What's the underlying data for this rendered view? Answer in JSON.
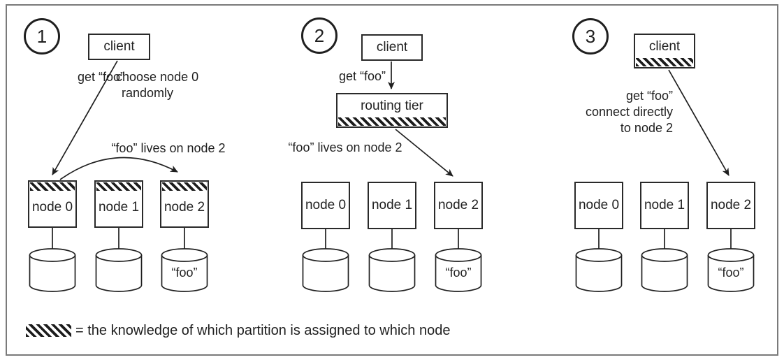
{
  "figure": {
    "legend": {
      "text": "= the knowledge of which partition is assigned to which node"
    }
  },
  "panels": [
    {
      "number": "1",
      "client": "client",
      "request": "get “foo”",
      "note_line1": "choose node 0",
      "note_line2": "randomly",
      "forward_note": "“foo” lives on node 2",
      "nodes": [
        "node 0",
        "node 1",
        "node 2"
      ],
      "db_value": "“foo”"
    },
    {
      "number": "2",
      "client": "client",
      "request": "get “foo”",
      "router": "routing tier",
      "forward_note": "“foo” lives on node 2",
      "nodes": [
        "node 0",
        "node 1",
        "node 2"
      ],
      "db_value": "“foo”"
    },
    {
      "number": "3",
      "client": "client",
      "request_line1": "get “foo”",
      "request_line2": "connect directly",
      "request_line3": "to node 2",
      "nodes": [
        "node 0",
        "node 1",
        "node 2"
      ],
      "db_value": "“foo”"
    }
  ],
  "colors": {
    "ink": "#1f1f1f",
    "frame_border": "#7a7a7a",
    "background": "#ffffff"
  }
}
